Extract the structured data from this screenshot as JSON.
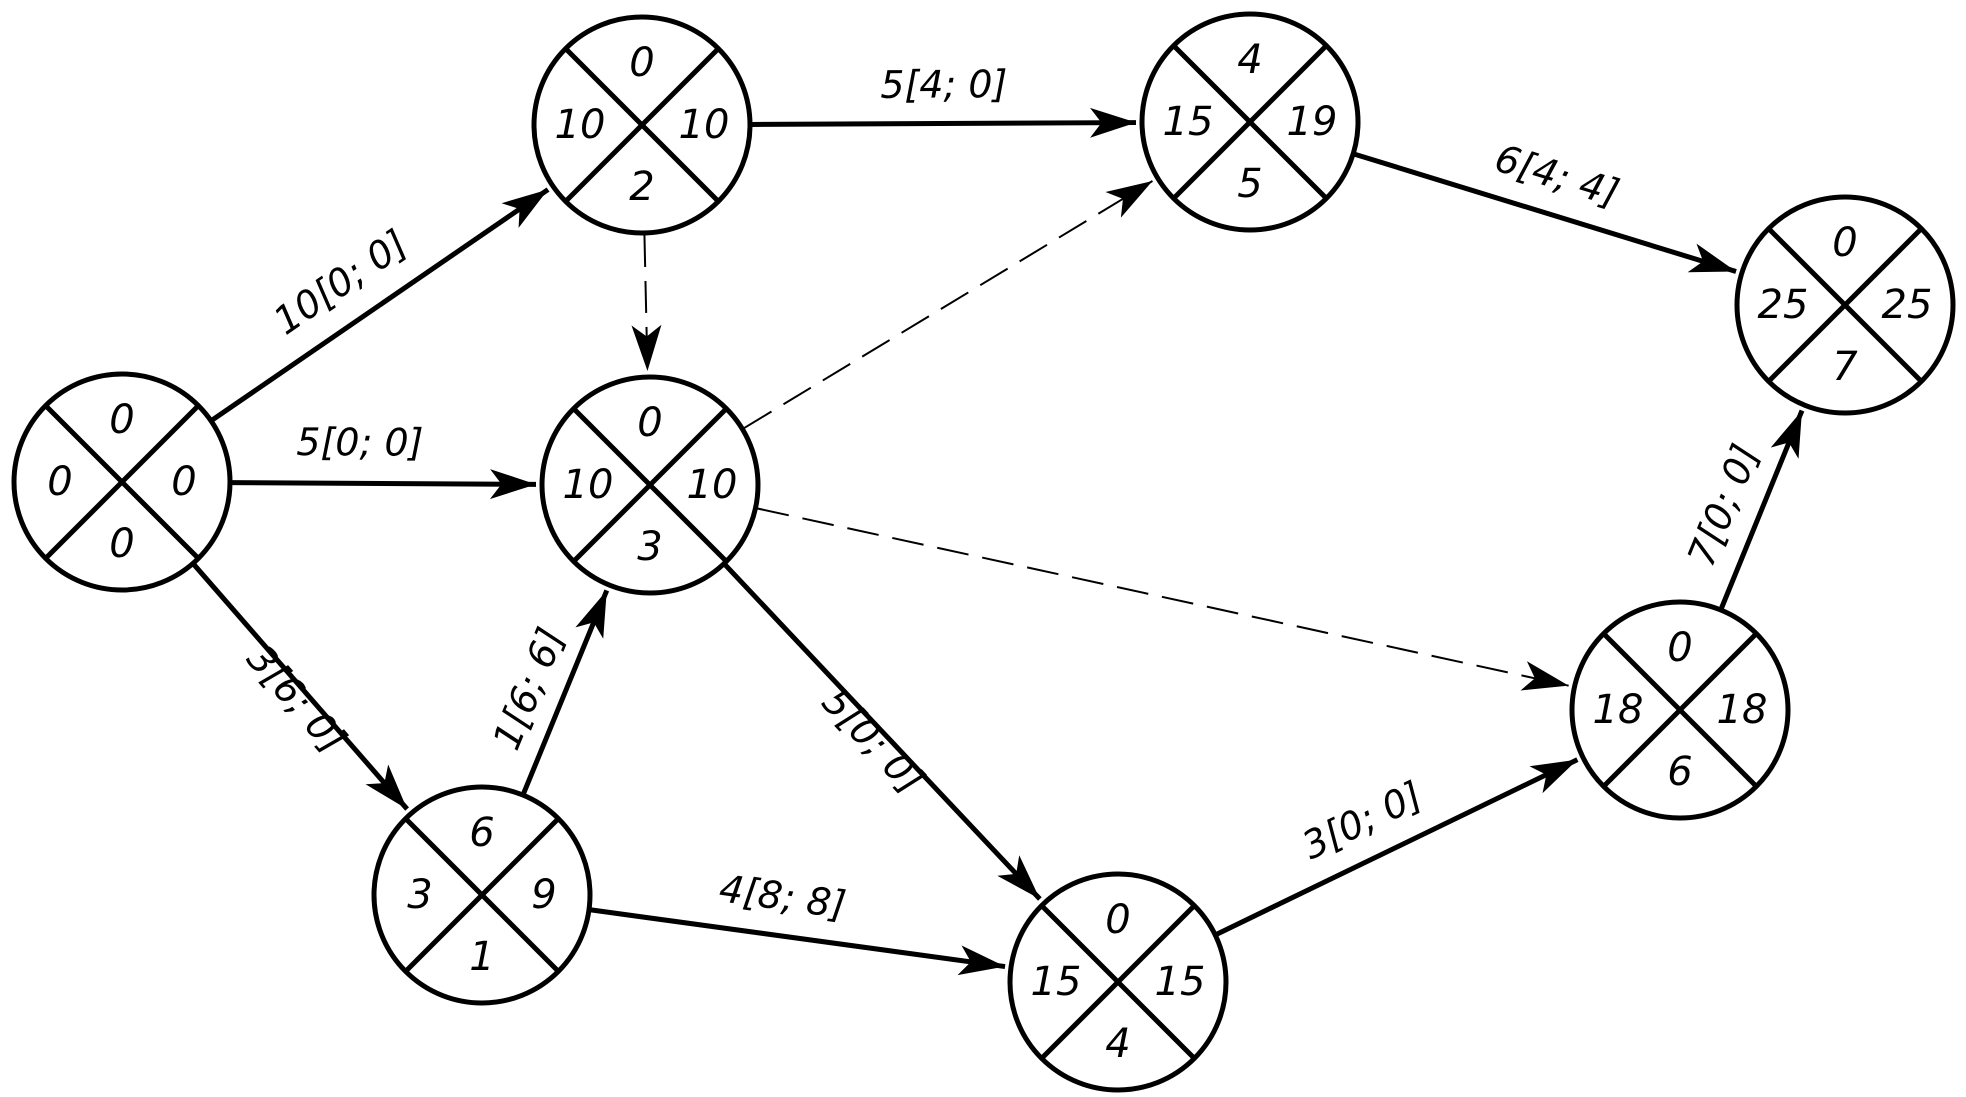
{
  "nodes": [
    {
      "id": "n1",
      "top": "0",
      "left": "0",
      "right": "0",
      "bottom": "0"
    },
    {
      "id": "n2",
      "top": "0",
      "left": "10",
      "right": "10",
      "bottom": "2"
    },
    {
      "id": "n3",
      "top": "0",
      "left": "10",
      "right": "10",
      "bottom": "3"
    },
    {
      "id": "n4",
      "top": "6",
      "left": "3",
      "right": "9",
      "bottom": "1"
    },
    {
      "id": "n5",
      "top": "4",
      "left": "15",
      "right": "19",
      "bottom": "5"
    },
    {
      "id": "n6",
      "top": "0",
      "left": "15",
      "right": "15",
      "bottom": "4"
    },
    {
      "id": "n7",
      "top": "0",
      "left": "18",
      "right": "18",
      "bottom": "6"
    },
    {
      "id": "n8",
      "top": "0",
      "left": "25",
      "right": "25",
      "bottom": "7"
    }
  ],
  "edges": [
    {
      "from": "n1",
      "to": "n2",
      "label": "10[0; 0]",
      "dashed": false
    },
    {
      "from": "n1",
      "to": "n3",
      "label": "5[0; 0]",
      "dashed": false
    },
    {
      "from": "n1",
      "to": "n4",
      "label": "3[6; 0]",
      "dashed": false
    },
    {
      "from": "n4",
      "to": "n3",
      "label": "1[6; 6]",
      "dashed": false
    },
    {
      "from": "n4",
      "to": "n6",
      "label": "4[8; 8]",
      "dashed": false
    },
    {
      "from": "n2",
      "to": "n5",
      "label": "5[4; 0]",
      "dashed": false
    },
    {
      "from": "n2",
      "to": "n3",
      "label": "",
      "dashed": true
    },
    {
      "from": "n3",
      "to": "n5",
      "label": "",
      "dashed": true
    },
    {
      "from": "n3",
      "to": "n7",
      "label": "",
      "dashed": true
    },
    {
      "from": "n3",
      "to": "n6",
      "label": "5[0; 0]",
      "dashed": false
    },
    {
      "from": "n5",
      "to": "n8",
      "label": "6[4; 4]",
      "dashed": false
    },
    {
      "from": "n6",
      "to": "n7",
      "label": "3[0; 0]",
      "dashed": false
    },
    {
      "from": "n7",
      "to": "n8",
      "label": "7[0; 0]",
      "dashed": false
    }
  ]
}
